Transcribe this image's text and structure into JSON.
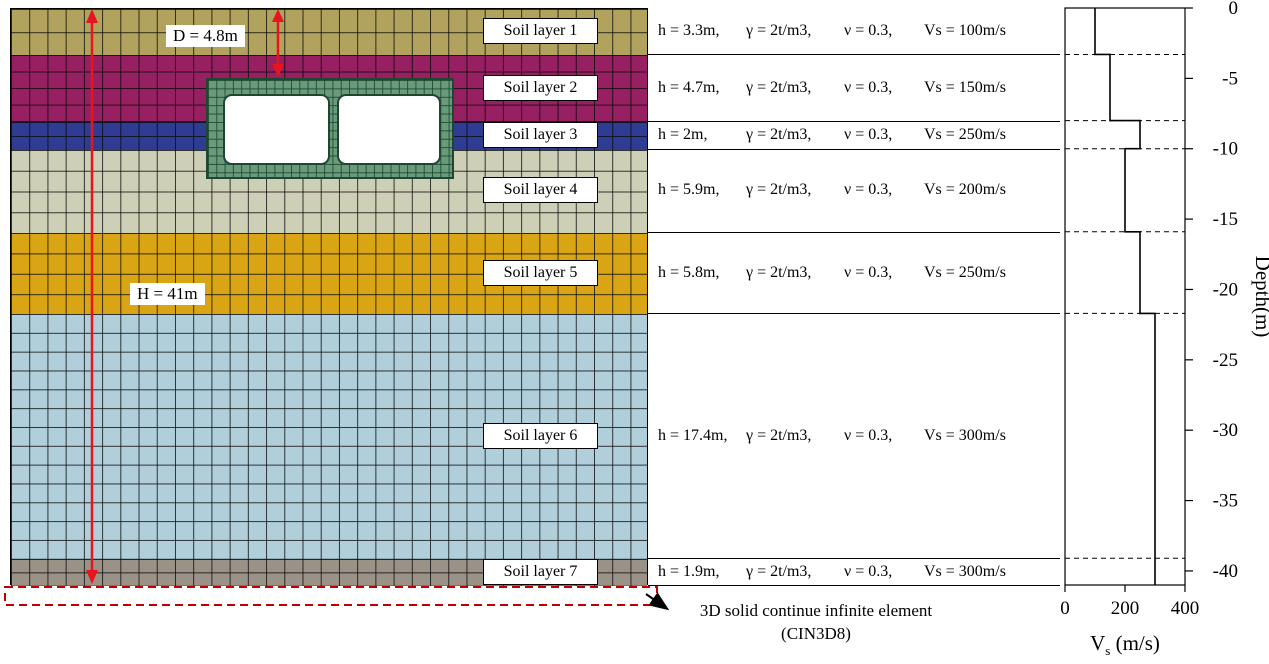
{
  "annotations": {
    "d_label": "D = 4.8m",
    "h_label": "H = 41m",
    "infinite_element": {
      "line1": "3D solid continue infinite element",
      "line2": "(CIN3D8)"
    },
    "arrow_color": "#e8141e",
    "dashed_boundary_color": "#c00000"
  },
  "tunnel": {
    "fill": "#6a9a7c",
    "line": "#1e4631"
  },
  "soil_layers": [
    {
      "label": "Soil layer 1",
      "color": "#b1a35e",
      "depth_top": 0,
      "depth_bottom": 3.3,
      "h": "h = 3.3m,",
      "gamma": "γ = 2t/m3,",
      "nu": "ν = 0.3,",
      "vs": "Vs = 100m/s"
    },
    {
      "label": "Soil layer 2",
      "color": "#962061",
      "depth_top": 3.3,
      "depth_bottom": 8,
      "h": "h = 4.7m,",
      "gamma": "γ = 2t/m3,",
      "nu": "ν = 0.3,",
      "vs": "Vs = 150m/s"
    },
    {
      "label": "Soil layer 3",
      "color": "#2f3c93",
      "depth_top": 8,
      "depth_bottom": 10,
      "h": "h = 2m,",
      "gamma": "γ = 2t/m3,",
      "nu": "ν = 0.3,",
      "vs": "Vs = 250m/s"
    },
    {
      "label": "Soil layer 4",
      "color": "#cdd0b6",
      "depth_top": 10,
      "depth_bottom": 15.9,
      "h": "h = 5.9m,",
      "gamma": "γ = 2t/m3,",
      "nu": "ν = 0.3,",
      "vs": "Vs = 200m/s"
    },
    {
      "label": "Soil layer 5",
      "color": "#d9a515",
      "depth_top": 15.9,
      "depth_bottom": 21.7,
      "h": "h = 5.8m,",
      "gamma": "γ = 2t/m3,",
      "nu": "ν = 0.3,",
      "vs": "Vs = 250m/s"
    },
    {
      "label": "Soil layer 6",
      "color": "#b1cfda",
      "depth_top": 21.7,
      "depth_bottom": 39.1,
      "h": "h = 17.4m,",
      "gamma": "γ = 2t/m3,",
      "nu": "ν = 0.3,",
      "vs": "Vs = 300m/s"
    },
    {
      "label": "Soil layer 7",
      "color": "#9a9287",
      "depth_top": 39.1,
      "depth_bottom": 41,
      "h": "h = 1.9m,",
      "gamma": "γ = 2t/m3,",
      "nu": "ν = 0.3,",
      "vs": "Vs = 300m/s"
    }
  ],
  "chart_data": {
    "type": "line",
    "xlabel": {
      "main": "V",
      "sub": "s",
      "unit": " (m/s)"
    },
    "ylabel": "Depth(m)",
    "xlim": [
      0,
      400
    ],
    "ylim": [
      -41,
      0
    ],
    "x_ticks": [
      0,
      200,
      400
    ],
    "y_ticks": [
      0,
      -5,
      -10,
      -15,
      -20,
      -25,
      -30,
      -35,
      -40
    ],
    "grid": false,
    "legend": "none",
    "series": [
      {
        "steps": [
          {
            "depth_top": 0,
            "depth_bottom": 3.3,
            "vs": 100
          },
          {
            "depth_top": 3.3,
            "depth_bottom": 8,
            "vs": 150
          },
          {
            "depth_top": 8,
            "depth_bottom": 10,
            "vs": 250
          },
          {
            "depth_top": 10,
            "depth_bottom": 15.9,
            "vs": 200
          },
          {
            "depth_top": 15.9,
            "depth_bottom": 21.7,
            "vs": 250
          },
          {
            "depth_top": 21.7,
            "depth_bottom": 39.1,
            "vs": 300
          },
          {
            "depth_top": 39.1,
            "depth_bottom": 41,
            "vs": 300
          }
        ]
      }
    ],
    "dashed_boundaries": [
      3.3,
      8,
      10,
      15.9,
      21.7,
      39.1
    ]
  }
}
